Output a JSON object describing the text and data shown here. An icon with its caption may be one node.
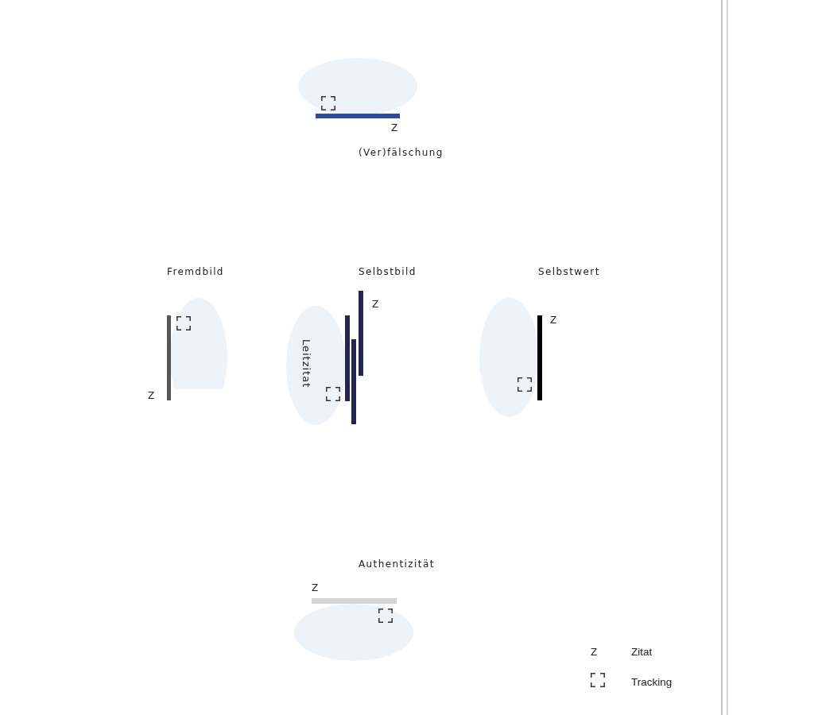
{
  "diagram": {
    "nodes": [
      {
        "text": [],
        "shape": "ellipse",
        "beside": [
          "(Ver)fälschung"
        ]
      },
      {
        "text": [],
        "shape": "ellipse",
        "beside": [
          "Fremdbild"
        ]
      },
      {
        "text": [
          "Leitzitat"
        ],
        "beside": [
          "Selbstbild"
        ]
      },
      {
        "text": [],
        "shape": "ellipse",
        "beside": [
          "Selbstwert"
        ]
      },
      {
        "text": [],
        "shape": "ellipse",
        "beside": [
          "Authentizität"
        ]
      }
    ],
    "labels": [
      "Z",
      "Z",
      "Z",
      "Z",
      "Z",
      "Z"
    ],
    "legend": [
      {
        "text": "Zitat"
      },
      {
        "text": "Tracking"
      }
    ]
  }
}
